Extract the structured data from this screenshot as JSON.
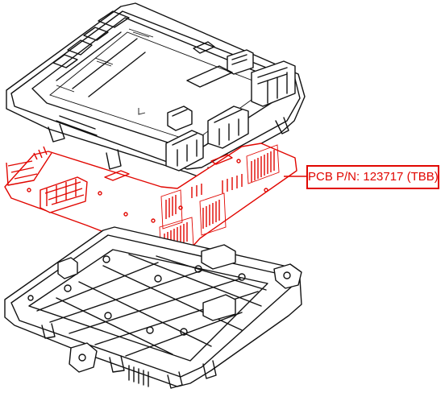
{
  "callout": {
    "text": "PCB P/N: 123717 (TBB)",
    "color": "#e10600"
  },
  "diagram": {
    "parts": [
      "top-cover",
      "circuit-board",
      "base-tray"
    ],
    "highlight_color": "#e10600",
    "line_color": "#111111"
  }
}
